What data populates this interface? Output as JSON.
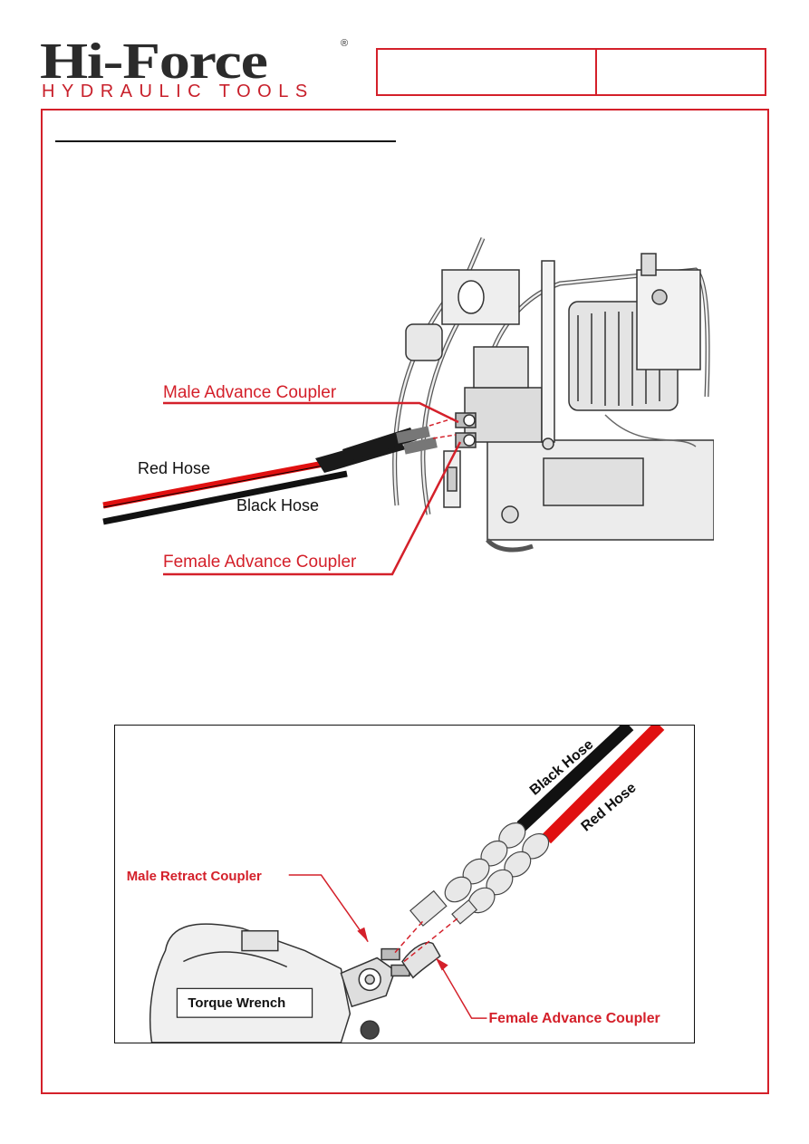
{
  "header": {
    "logo_main": "Hi-Force",
    "logo_registered": "®",
    "logo_sub": "HYDRAULIC TOOLS",
    "brand_red": "#d4202a"
  },
  "figure1": {
    "label_male_advance": "Male Advance Coupler",
    "label_red_hose": "Red Hose",
    "label_black_hose": "Black Hose",
    "label_female_advance": "Female Advance Coupler"
  },
  "figure2": {
    "label_black_hose": "Black Hose",
    "label_red_hose": "Red Hose",
    "label_male_retract": "Male Retract Coupler",
    "label_torque_wrench": "Torque Wrench",
    "label_female_advance": "Female Advance Coupler"
  }
}
